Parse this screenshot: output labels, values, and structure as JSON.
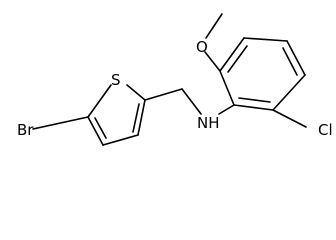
{
  "molecule": {
    "atom_labels": {
      "bromine": "Br",
      "sulfur": "S",
      "amine": "NH",
      "oxygen": "O",
      "chlorine": "Cl"
    },
    "colors": {
      "bonds": "#000000",
      "labels": "#000000",
      "background": "#ffffff"
    }
  }
}
